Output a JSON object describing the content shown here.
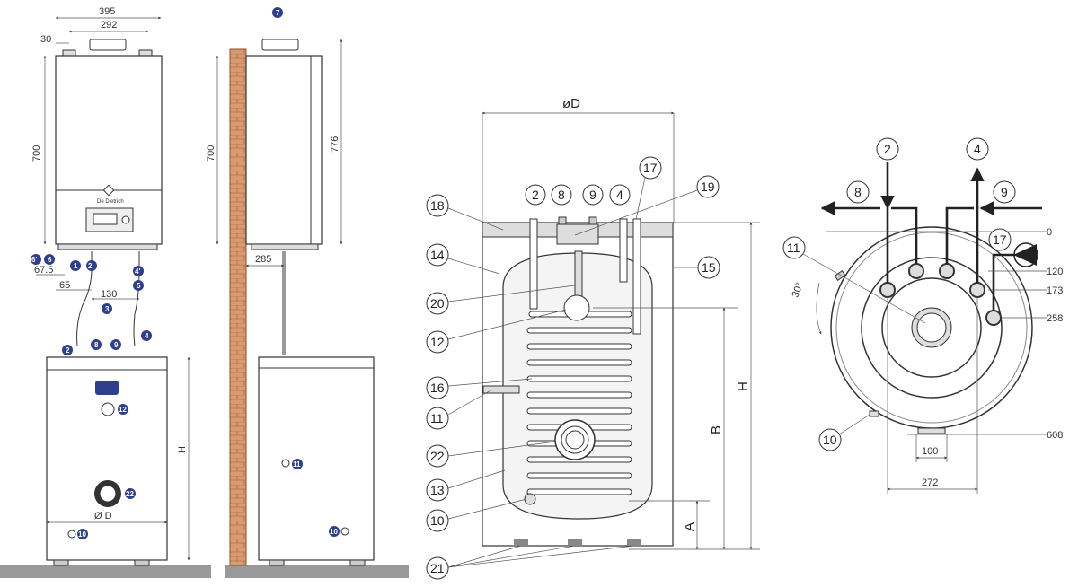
{
  "view1": {
    "dims": {
      "width": "395",
      "inner": "292",
      "offset": "30",
      "height": "700",
      "d675": "67.5",
      "d65": "65",
      "d130": "130",
      "h": "H",
      "od": "Ø D"
    },
    "badges": {
      "b6p": "6'",
      "b6": "6",
      "b1": "1",
      "b2p": "2'",
      "b3": "3",
      "b4p": "4'",
      "b5": "5",
      "b2": "2",
      "b8": "8",
      "b9": "9",
      "b4": "4",
      "b12": "12",
      "b22": "22",
      "b10": "10"
    },
    "brand": "De Dietrich"
  },
  "view2": {
    "dims": {
      "height": "700",
      "total": "776",
      "d285": "285"
    },
    "badges": {
      "b7": "7",
      "b11": "11",
      "b10": "10"
    }
  },
  "view3": {
    "dims": {
      "diameter": "øD",
      "h": "H",
      "b": "B",
      "a": "A"
    },
    "top_callouts": [
      "2",
      "8",
      "9",
      "4"
    ],
    "callouts": {
      "c17": "17",
      "c19": "19",
      "c18": "18",
      "c14": "14",
      "c15": "15",
      "c20": "20",
      "c12": "12",
      "c16": "16",
      "c11": "11",
      "c22": "22",
      "c13": "13",
      "c10": "10",
      "c21": "21"
    }
  },
  "view4": {
    "callouts": {
      "c2": "2",
      "c4": "4",
      "c8": "8",
      "c9": "9",
      "c11": "11",
      "c17": "17",
      "c10": "10"
    },
    "dims": {
      "v0": "0",
      "v120": "120",
      "v173": "173",
      "v258": "258",
      "v608": "608",
      "v100": "100",
      "v272": "272",
      "angle": "30°"
    }
  },
  "colors": {
    "badge": "#2f3f8f",
    "brick": "#d89a6e",
    "ground": "#999999"
  }
}
